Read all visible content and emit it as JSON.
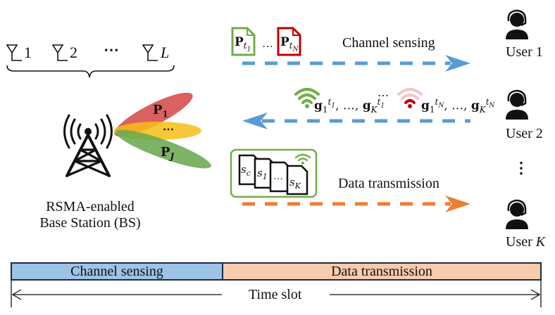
{
  "antennas": {
    "labels": [
      "1",
      "2",
      "⋯",
      "L"
    ]
  },
  "base_station": {
    "label_line1": "RSMA-enabled",
    "label_line2": "Base Station (BS)",
    "beams": [
      {
        "label": "P",
        "sub": "1",
        "color": "#d64a4a"
      },
      {
        "label": "⋯",
        "sub": "",
        "color": "#f5be16"
      },
      {
        "label": "P",
        "sub": "J",
        "color": "#6aa84f"
      }
    ]
  },
  "flows": {
    "channel_sensing": {
      "label": "Channel sensing",
      "pilot_first": {
        "main": "P",
        "sub": "t",
        "subsub": "1"
      },
      "pilot_ellipsis": "…",
      "pilot_last": {
        "main": "P",
        "sub": "t",
        "subsub": "N"
      },
      "color": "#5b9bd5"
    },
    "feedback": {
      "group1": {
        "text": "g",
        "sub1": "1",
        "sup": "t",
        "supsub": "1",
        "sep": ", …, ",
        "subK": "K"
      },
      "ellipsis": "⋯",
      "group2": {
        "text": "g",
        "sub1": "1",
        "sup": "t",
        "supsub": "N",
        "sep": ", …, ",
        "subK": "K"
      },
      "color": "#5b9bd5"
    },
    "data_transmission": {
      "label": "Data transmission",
      "streams": [
        "s_c",
        "s_1",
        "…",
        "s_K"
      ],
      "color": "#ed7d31",
      "box_color": "#70ad47"
    }
  },
  "users": [
    {
      "label": "User 1"
    },
    {
      "label": "User 2"
    },
    {
      "label": "⋮"
    },
    {
      "label_prefix": "User ",
      "label_var": "K"
    }
  ],
  "timeline": {
    "segments": [
      {
        "label": "Channel sensing",
        "color": "#9dc3e6"
      },
      {
        "label": "Data transmission",
        "color": "#f8cbad"
      }
    ],
    "span_label": "Time slot"
  }
}
